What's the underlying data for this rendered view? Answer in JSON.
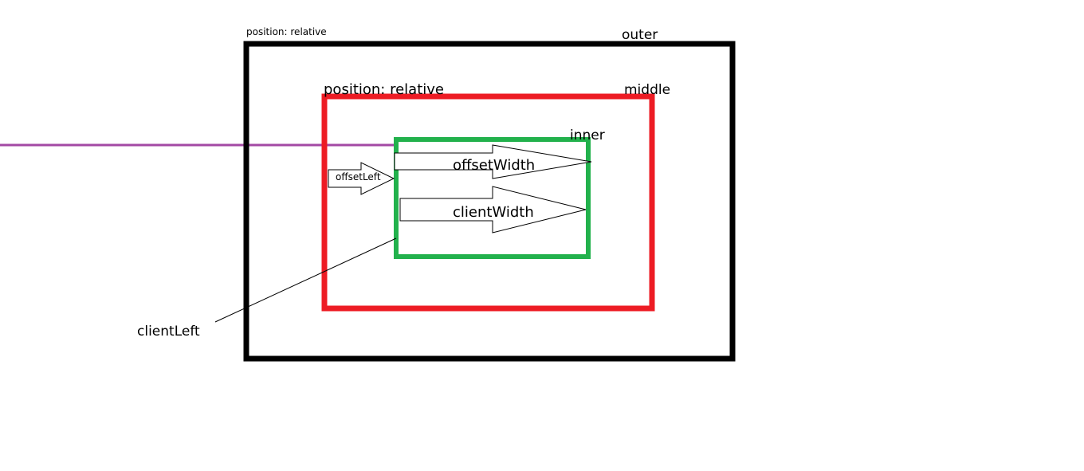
{
  "labels": {
    "outer_position": "position: relative",
    "outer_name": "outer",
    "middle_position": "position: relative",
    "middle_name": "middle",
    "inner_name": "inner",
    "offset_left": "offsetLeft",
    "offset_width": "offsetWidth",
    "client_width": "clientWidth",
    "client_left": "clientLeft"
  },
  "colors": {
    "outer": "#000000",
    "middle": "#ed1c24",
    "inner": "#22b14c",
    "guide_line": "#a349a4",
    "arrow_stroke": "#000000"
  }
}
